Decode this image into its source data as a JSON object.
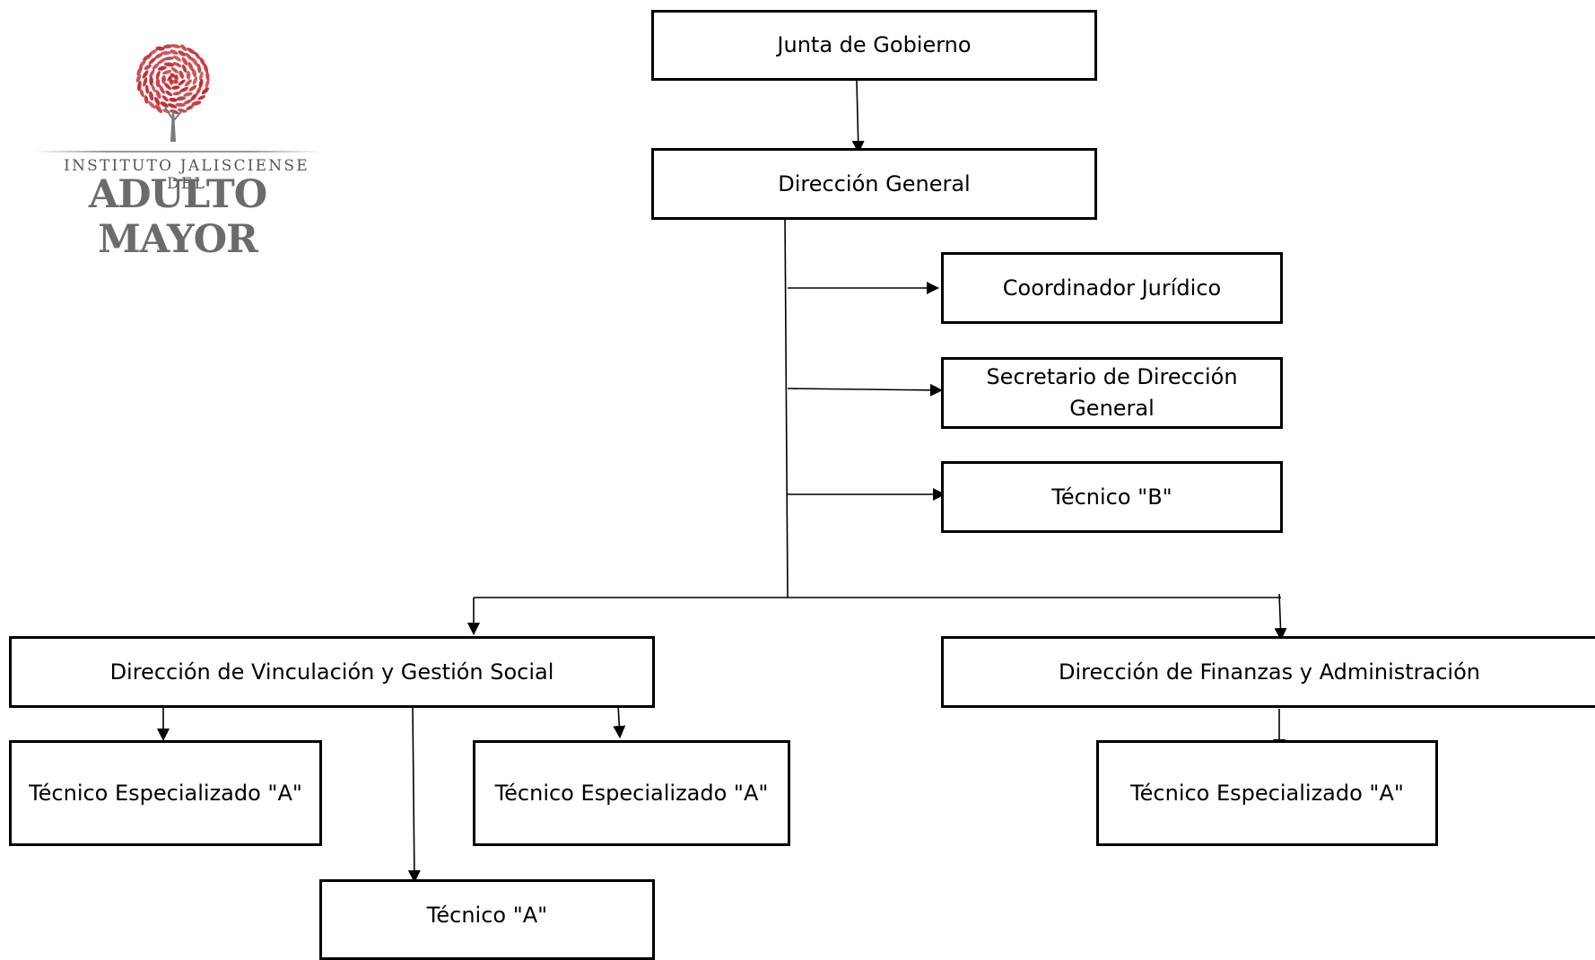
{
  "logo": {
    "line1": "INSTITUTO JALISCIENSE DEL",
    "line2": "ADULTO MAYOR",
    "icon": "red-leaf-tree-icon",
    "colors": {
      "leaves": "#c0272d",
      "trunk": "#7a7a7a",
      "text": "#6b6b6b"
    }
  },
  "org": {
    "junta": "Junta de Gobierno",
    "direccion_general": "Dirección General",
    "coordinador_juridico": "Coordinador Jurídico",
    "secretario": "Secretario de Dirección General",
    "tecnico_b": "Técnico \"B\"",
    "vinculacion": "Dirección de Vinculación y Gestión Social",
    "finanzas": "Dirección de Finanzas y Administración",
    "tec_esp_a_1": "Técnico Especializado \"A\"",
    "tec_esp_a_2": "Técnico Especializado \"A\"",
    "tec_esp_a_3": "Técnico Especializado \"A\"",
    "tecnico_a": "Técnico \"A\""
  }
}
